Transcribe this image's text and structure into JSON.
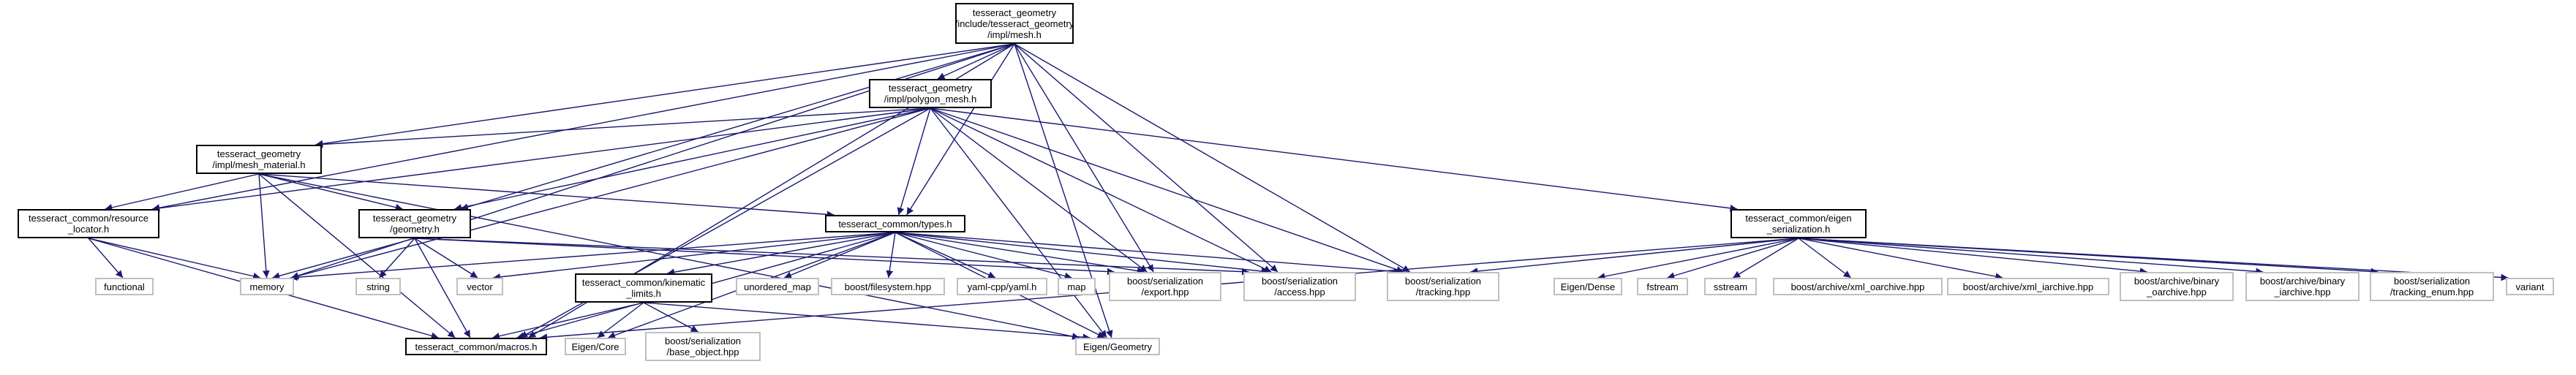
{
  "nodes": {
    "mesh": {
      "lines": [
        "tesseract_geometry",
        "/include/tesseract_geometry",
        "/impl/mesh.h"
      ],
      "kind": "root"
    },
    "polygon_mesh": {
      "lines": [
        "tesseract_geometry",
        "/impl/polygon_mesh.h"
      ],
      "kind": "local"
    },
    "mesh_material": {
      "lines": [
        "tesseract_geometry",
        "/impl/mesh_material.h"
      ],
      "kind": "local"
    },
    "resource_locator": {
      "lines": [
        "tesseract_common/resource",
        "_locator.h"
      ],
      "kind": "local"
    },
    "geometry": {
      "lines": [
        "tesseract_geometry",
        "/geometry.h"
      ],
      "kind": "local"
    },
    "types": {
      "lines": [
        "tesseract_common/types.h"
      ],
      "kind": "local"
    },
    "eigen_serialization": {
      "lines": [
        "tesseract_common/eigen",
        "_serialization.h"
      ],
      "kind": "local"
    },
    "kinematic_limits": {
      "lines": [
        "tesseract_common/kinematic",
        "_limits.h"
      ],
      "kind": "local"
    },
    "macros": {
      "lines": [
        "tesseract_common/macros.h"
      ],
      "kind": "local"
    },
    "functional": {
      "lines": [
        "functional"
      ],
      "kind": "ext"
    },
    "memory": {
      "lines": [
        "memory"
      ],
      "kind": "ext"
    },
    "string": {
      "lines": [
        "string"
      ],
      "kind": "ext"
    },
    "vector": {
      "lines": [
        "vector"
      ],
      "kind": "ext"
    },
    "unordered_map": {
      "lines": [
        "unordered_map"
      ],
      "kind": "ext"
    },
    "boost_filesystem": {
      "lines": [
        "boost/filesystem.hpp"
      ],
      "kind": "ext"
    },
    "yaml": {
      "lines": [
        "yaml-cpp/yaml.h"
      ],
      "kind": "ext"
    },
    "map": {
      "lines": [
        "map"
      ],
      "kind": "ext"
    },
    "export": {
      "lines": [
        "boost/serialization",
        "/export.hpp"
      ],
      "kind": "ext"
    },
    "access": {
      "lines": [
        "boost/serialization",
        "/access.hpp"
      ],
      "kind": "ext"
    },
    "tracking": {
      "lines": [
        "boost/serialization",
        "/tracking.hpp"
      ],
      "kind": "ext"
    },
    "eigen_dense": {
      "lines": [
        "Eigen/Dense"
      ],
      "kind": "ext"
    },
    "fstream": {
      "lines": [
        "fstream"
      ],
      "kind": "ext"
    },
    "sstream": {
      "lines": [
        "sstream"
      ],
      "kind": "ext"
    },
    "xml_oarchive": {
      "lines": [
        "boost/archive/xml_oarchive.hpp"
      ],
      "kind": "ext"
    },
    "xml_iarchive": {
      "lines": [
        "boost/archive/xml_iarchive.hpp"
      ],
      "kind": "ext"
    },
    "binary_oarchive": {
      "lines": [
        "boost/archive/binary",
        "_oarchive.hpp"
      ],
      "kind": "ext"
    },
    "binary_iarchive": {
      "lines": [
        "boost/archive/binary",
        "_iarchive.hpp"
      ],
      "kind": "ext"
    },
    "tracking_enum": {
      "lines": [
        "boost/serialization",
        "/tracking_enum.hpp"
      ],
      "kind": "ext"
    },
    "variant": {
      "lines": [
        "variant"
      ],
      "kind": "ext"
    },
    "eigen_core": {
      "lines": [
        "Eigen/Core"
      ],
      "kind": "ext"
    },
    "base_object": {
      "lines": [
        "boost/serialization",
        "/base_object.hpp"
      ],
      "kind": "ext"
    },
    "eigen_geometry": {
      "lines": [
        "Eigen/Geometry"
      ],
      "kind": "ext"
    }
  },
  "edges": [
    [
      "mesh",
      "polygon_mesh"
    ],
    [
      "mesh",
      "mesh_material"
    ],
    [
      "mesh",
      "resource_locator"
    ],
    [
      "mesh",
      "geometry"
    ],
    [
      "mesh",
      "types"
    ],
    [
      "mesh",
      "memory"
    ],
    [
      "mesh",
      "export"
    ],
    [
      "mesh",
      "access"
    ],
    [
      "mesh",
      "tracking"
    ],
    [
      "mesh",
      "macros"
    ],
    [
      "mesh",
      "eigen_geometry"
    ],
    [
      "polygon_mesh",
      "mesh_material"
    ],
    [
      "polygon_mesh",
      "resource_locator"
    ],
    [
      "polygon_mesh",
      "geometry"
    ],
    [
      "polygon_mesh",
      "types"
    ],
    [
      "polygon_mesh",
      "eigen_serialization"
    ],
    [
      "polygon_mesh",
      "memory"
    ],
    [
      "polygon_mesh",
      "macros"
    ],
    [
      "polygon_mesh",
      "export"
    ],
    [
      "polygon_mesh",
      "access"
    ],
    [
      "polygon_mesh",
      "tracking"
    ],
    [
      "polygon_mesh",
      "eigen_geometry"
    ],
    [
      "mesh_material",
      "resource_locator"
    ],
    [
      "mesh_material",
      "geometry"
    ],
    [
      "mesh_material",
      "types"
    ],
    [
      "mesh_material",
      "memory"
    ],
    [
      "mesh_material",
      "macros"
    ],
    [
      "mesh_material",
      "eigen_geometry"
    ],
    [
      "resource_locator",
      "functional"
    ],
    [
      "resource_locator",
      "memory"
    ],
    [
      "resource_locator",
      "macros"
    ],
    [
      "geometry",
      "memory"
    ],
    [
      "geometry",
      "string"
    ],
    [
      "geometry",
      "vector"
    ],
    [
      "geometry",
      "macros"
    ],
    [
      "geometry",
      "export"
    ],
    [
      "geometry",
      "access"
    ],
    [
      "types",
      "vector"
    ],
    [
      "types",
      "memory"
    ],
    [
      "types",
      "unordered_map"
    ],
    [
      "types",
      "boost_filesystem"
    ],
    [
      "types",
      "yaml"
    ],
    [
      "types",
      "map"
    ],
    [
      "types",
      "kinematic_limits"
    ],
    [
      "types",
      "macros"
    ],
    [
      "types",
      "export"
    ],
    [
      "types",
      "access"
    ],
    [
      "types",
      "tracking"
    ],
    [
      "types",
      "eigen_core"
    ],
    [
      "types",
      "eigen_geometry"
    ],
    [
      "kinematic_limits",
      "macros"
    ],
    [
      "kinematic_limits",
      "eigen_core"
    ],
    [
      "kinematic_limits",
      "base_object"
    ],
    [
      "kinematic_limits",
      "eigen_geometry"
    ],
    [
      "eigen_serialization",
      "eigen_dense"
    ],
    [
      "eigen_serialization",
      "fstream"
    ],
    [
      "eigen_serialization",
      "sstream"
    ],
    [
      "eigen_serialization",
      "xml_oarchive"
    ],
    [
      "eigen_serialization",
      "xml_iarchive"
    ],
    [
      "eigen_serialization",
      "binary_oarchive"
    ],
    [
      "eigen_serialization",
      "binary_iarchive"
    ],
    [
      "eigen_serialization",
      "tracking_enum"
    ],
    [
      "eigen_serialization",
      "variant"
    ],
    [
      "eigen_serialization",
      "tracking"
    ],
    [
      "eigen_serialization",
      "macros"
    ]
  ]
}
